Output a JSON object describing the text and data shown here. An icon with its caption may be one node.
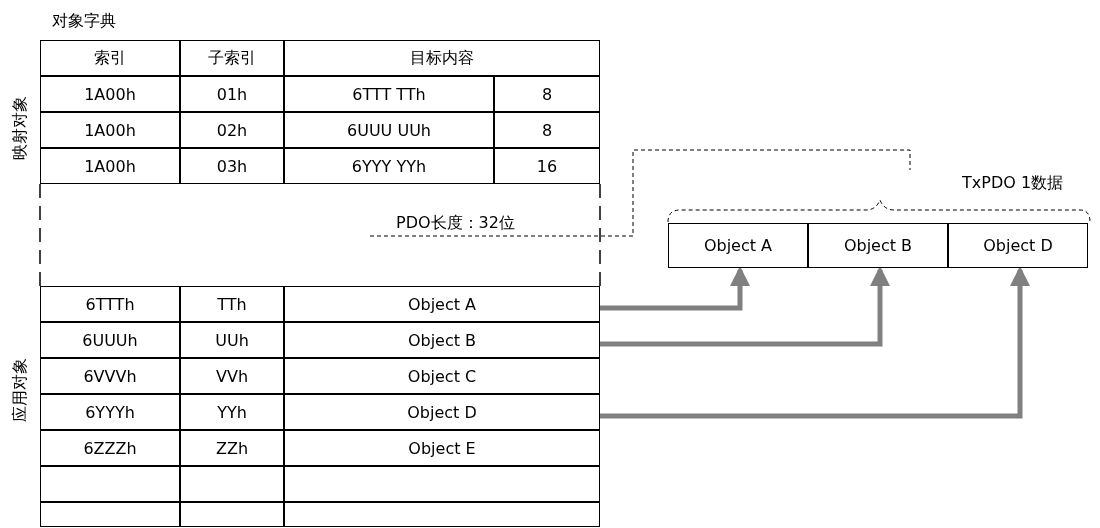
{
  "diagram": {
    "nodes": [
      {
        "text": [
          "索引",
          "子索引",
          "目标内容"
        ]
      },
      {
        "text": [
          "1A00h",
          "01h",
          "6TTT TTh",
          "8"
        ]
      },
      {
        "text": [
          "1A00h",
          "02h",
          "6UUU UUh",
          "8"
        ]
      },
      {
        "text": [
          "1A00h",
          "03h",
          "6YYY YYh",
          "16"
        ]
      },
      {
        "text": [
          "PDO长度：32位"
        ]
      },
      {
        "text": [
          "6TTTh",
          "TTh",
          "Object A"
        ]
      },
      {
        "text": [
          "6UUUh",
          "UUh",
          "Object B"
        ]
      },
      {
        "text": [
          "6VVVh",
          "VVh",
          "Object C"
        ]
      },
      {
        "text": [
          "6YYYh",
          "YYh",
          "Object D"
        ]
      },
      {
        "text": [
          "6ZZZh",
          "ZZh",
          "Object E"
        ]
      },
      {
        "text": [],
        "shape": "box"
      },
      {
        "text": [],
        "shape": "box"
      },
      {
        "text": [
          "TxPDO 1数据"
        ]
      },
      {
        "text": [
          "Object A"
        ],
        "in": 12
      },
      {
        "text": [
          "Object B"
        ],
        "in": 12
      },
      {
        "text": [
          "Object D"
        ],
        "in": 12
      }
    ],
    "edges": [
      {
        "from": 5,
        "to": 13,
        "arrow": "to"
      },
      {
        "from": 6,
        "to": 14,
        "arrow": "to"
      },
      {
        "from": 8,
        "to": 15,
        "arrow": "to"
      },
      {
        "from": 4,
        "to": 12,
        "arrow": "none",
        "style": "dashed",
        "color": "#000000"
      }
    ],
    "labels": [
      "对象字典",
      "映射对象",
      "应用对象"
    ]
  }
}
